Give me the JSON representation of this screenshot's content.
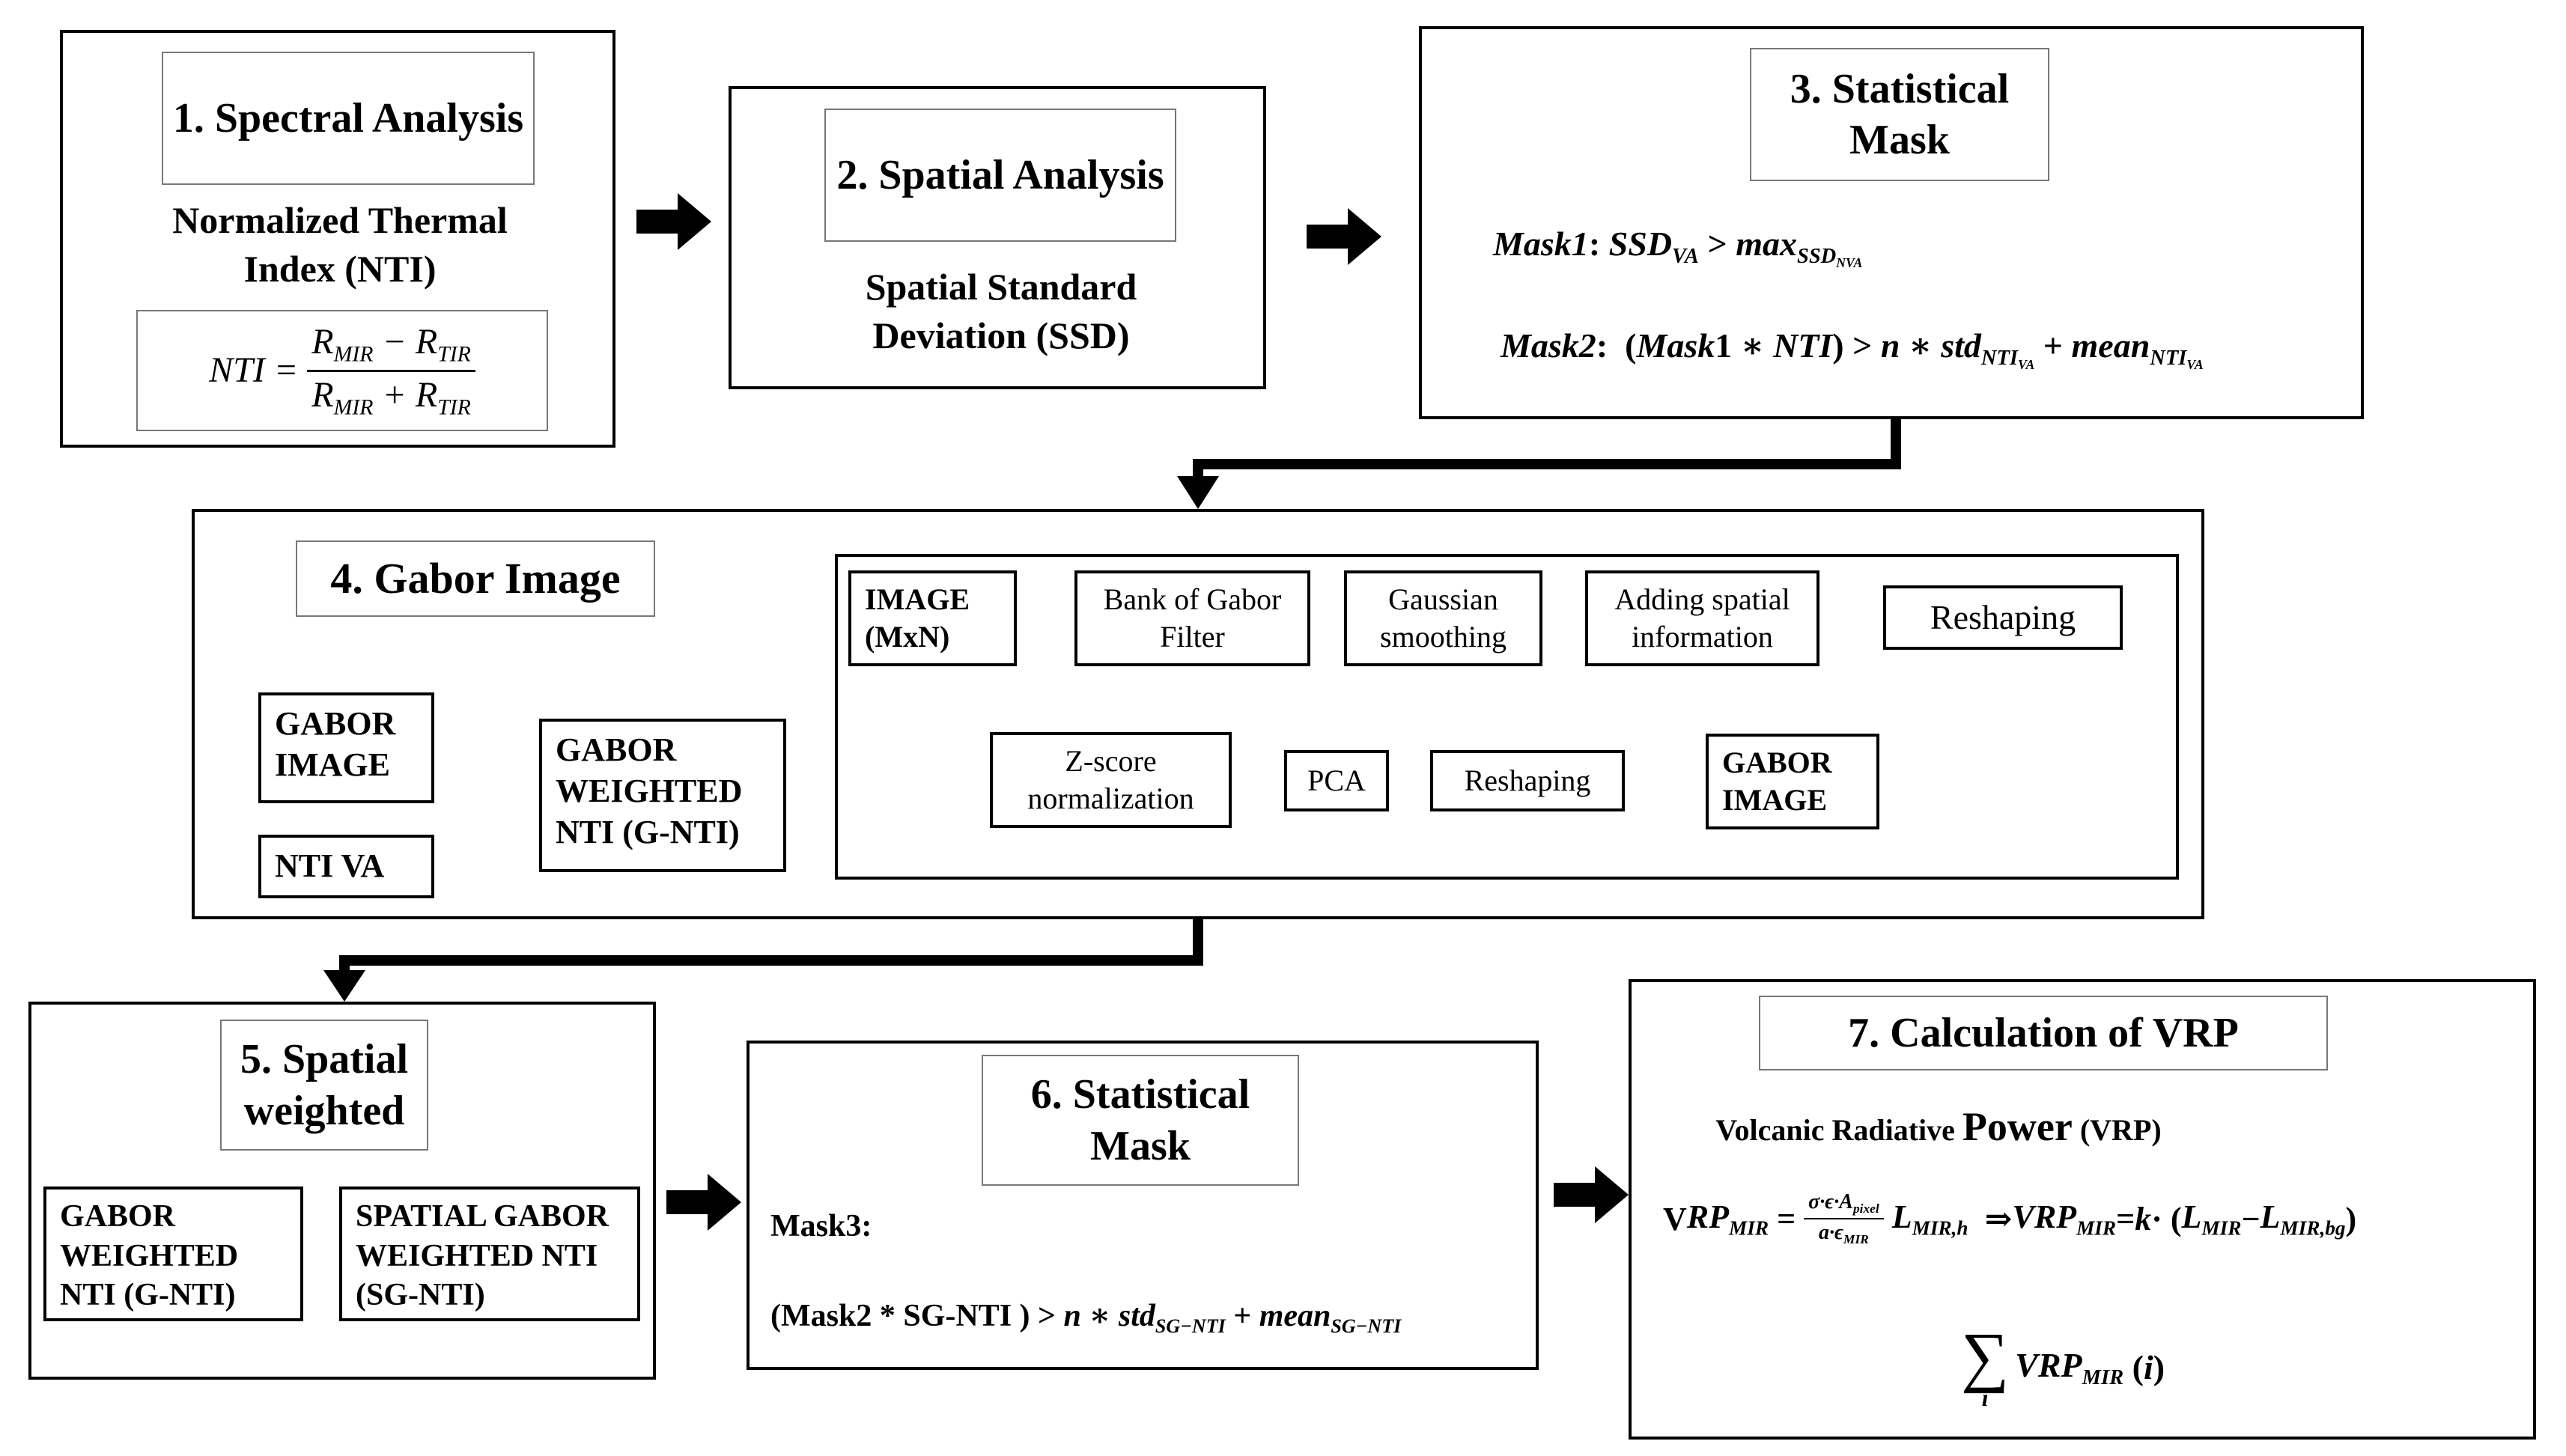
{
  "step1": {
    "title": "1. Spectral Analysis",
    "subtitle": "Normalized Thermal Index (NTI)",
    "formula": {
      "lhs": "NTI",
      "eq": "=",
      "numerator": "R_MIR − R_TIR",
      "denominator": "R_MIR + R_TIR"
    }
  },
  "step2": {
    "title": "2. Spatial Analysis",
    "subtitle": "Spatial Standard Deviation (SSD)"
  },
  "step3": {
    "title": "3. Statistical Mask",
    "mask1": "Mask1: SSD_VA > max_SSD_NVA",
    "mask2": "Mask2: (Mask1 ∗ NTI) > n ∗ std_NTI_VA + mean_NTI_VA"
  },
  "step4": {
    "title": "4. Gabor Image",
    "left": {
      "gabor_image": "GABOR IMAGE",
      "nti_va": "NTI VA",
      "gabor_weighted": "GABOR WEIGHTED NTI (G-NTI)"
    },
    "pipeline": {
      "image_mxn": "IMAGE (MxN)",
      "bank_gabor": "Bank of Gabor Filter",
      "gaussian": "Gaussian smoothing",
      "adding_spatial": "Adding spatial information",
      "reshaping1": "Reshaping",
      "zscore": "Z-score normalization",
      "pca": "PCA",
      "reshaping2": "Reshaping",
      "gabor_image_out": "GABOR IMAGE"
    }
  },
  "step5": {
    "title": "5. Spatial weighted",
    "g_nti": "GABOR WEIGHTED NTI (G-NTI)",
    "sg_nti": "SPATIAL GABOR WEIGHTED NTI (SG-NTI)"
  },
  "step6": {
    "title": "6. Statistical Mask",
    "mask3_label": "Mask3:",
    "mask3": "(Mask2 * SG-NTI ) > n ∗ std_SG−NTI + mean_SG−NTI"
  },
  "step7": {
    "title": "7. Calculation of VRP",
    "subtitle_pre": "Volcanic Radiative",
    "subtitle_power": "Power",
    "subtitle_post": "(VRP)",
    "formula1": "VRP_MIR = (σ·ϵ·A_pixel)/(a·ϵ_MIR) L_MIR,h ⇒ VRP_MIR = k · (L_MIR − L_MIR,bg)",
    "formula2": "∑_i VRP_MIR (i)"
  }
}
